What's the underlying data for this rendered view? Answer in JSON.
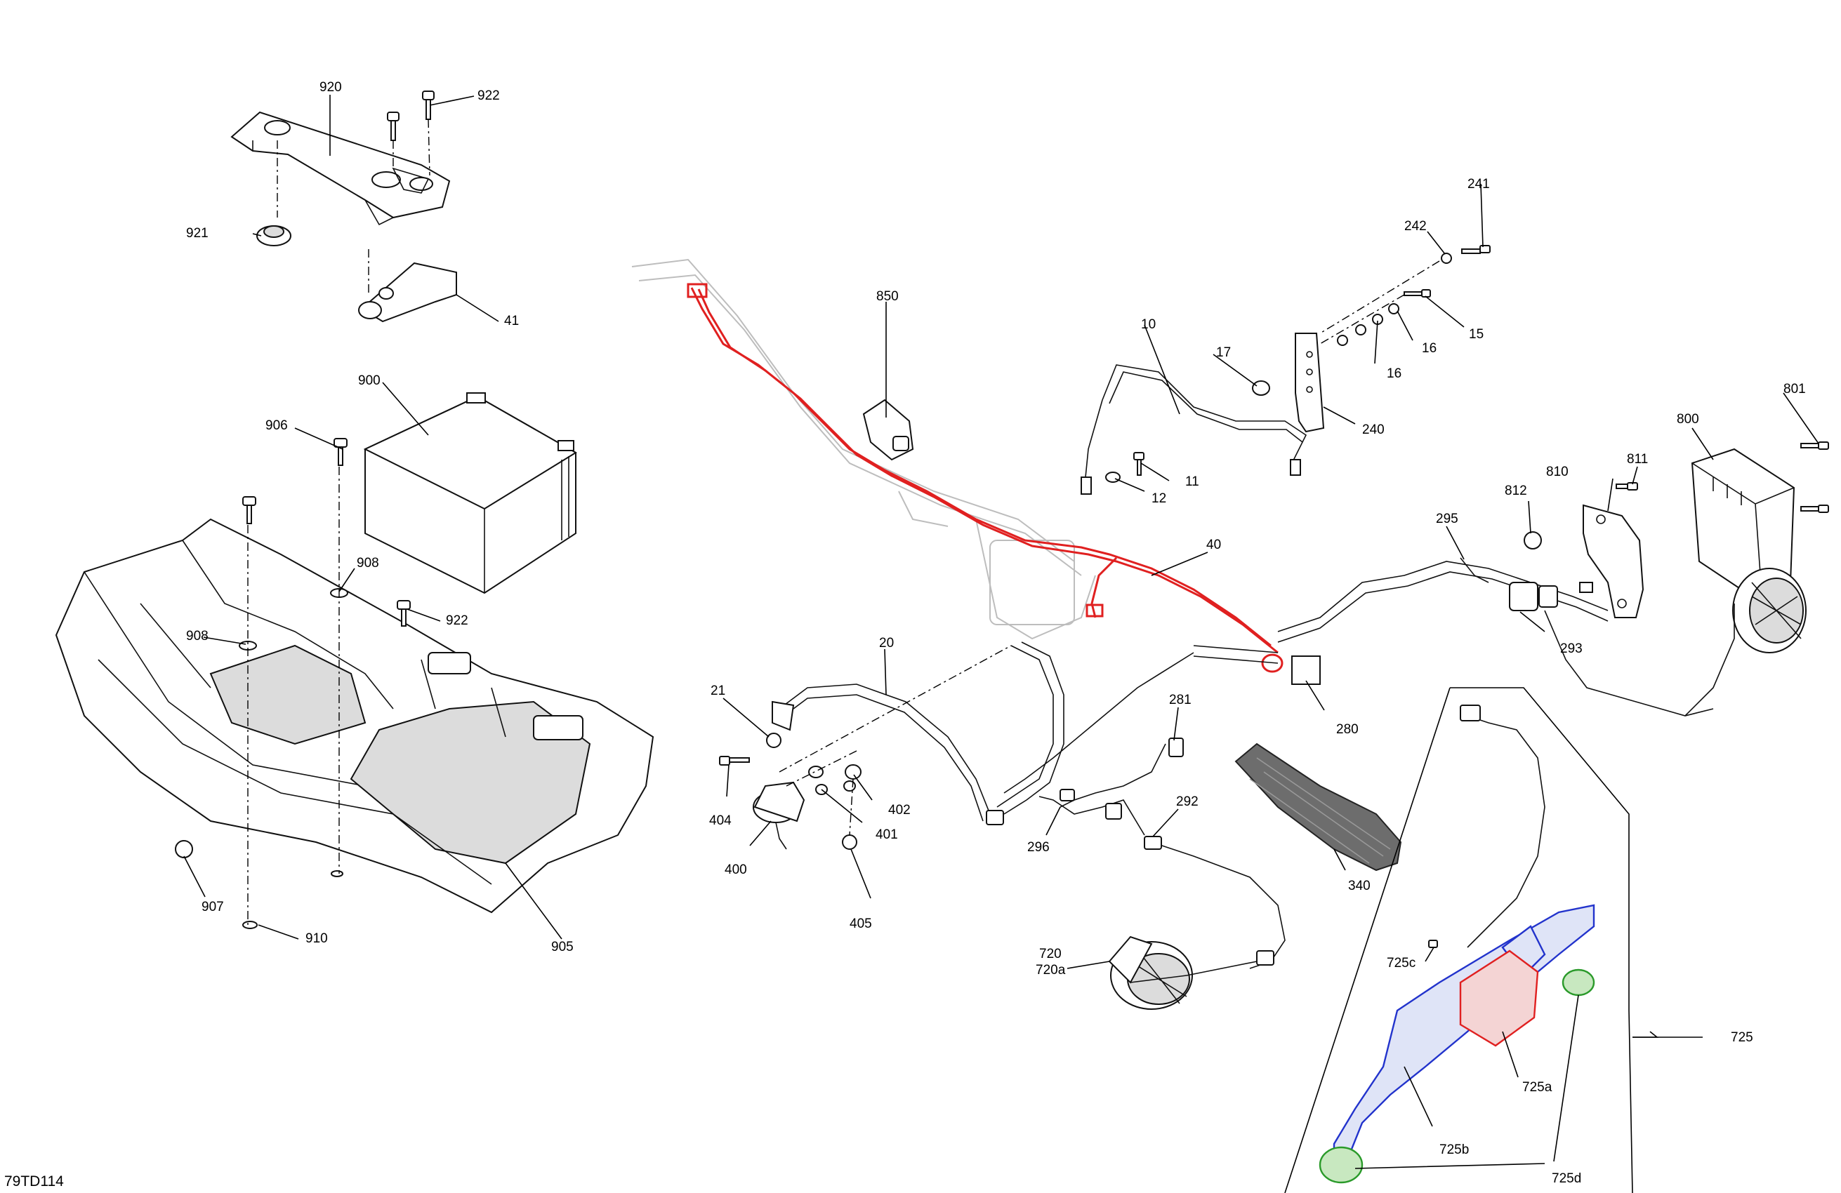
{
  "figure_code": "79TD114",
  "callouts": {
    "c920": "920",
    "c922a": "922",
    "c921": "921",
    "c41": "41",
    "c900": "900",
    "c906": "906",
    "c908a": "908",
    "c908b": "908",
    "c922b": "922",
    "c907": "907",
    "c910": "910",
    "c905": "905",
    "c850": "850",
    "c10": "10",
    "c17": "17",
    "c11": "11",
    "c12": "12",
    "c241": "241",
    "c242": "242",
    "c15": "15",
    "c16a": "16",
    "c16b": "16",
    "c240": "240",
    "c801": "801",
    "c800": "800",
    "c811": "811",
    "c810": "810",
    "c812": "812",
    "c295": "295",
    "c293": "293",
    "c40": "40",
    "c20": "20",
    "c21": "21",
    "c404": "404",
    "c402": "402",
    "c401": "401",
    "c400": "400",
    "c405": "405",
    "c281": "281",
    "c280": "280",
    "c292": "292",
    "c296": "296",
    "c340": "340",
    "c720": "720",
    "c720a": "720a",
    "c725": "725",
    "c725a": "725a",
    "c725b": "725b",
    "c725c": "725c",
    "c725d": "725d"
  },
  "colors": {
    "harness_highlight": "#e02020",
    "bracket_highlight": "#2233cc",
    "pad_highlight": "#2a9a2a"
  }
}
